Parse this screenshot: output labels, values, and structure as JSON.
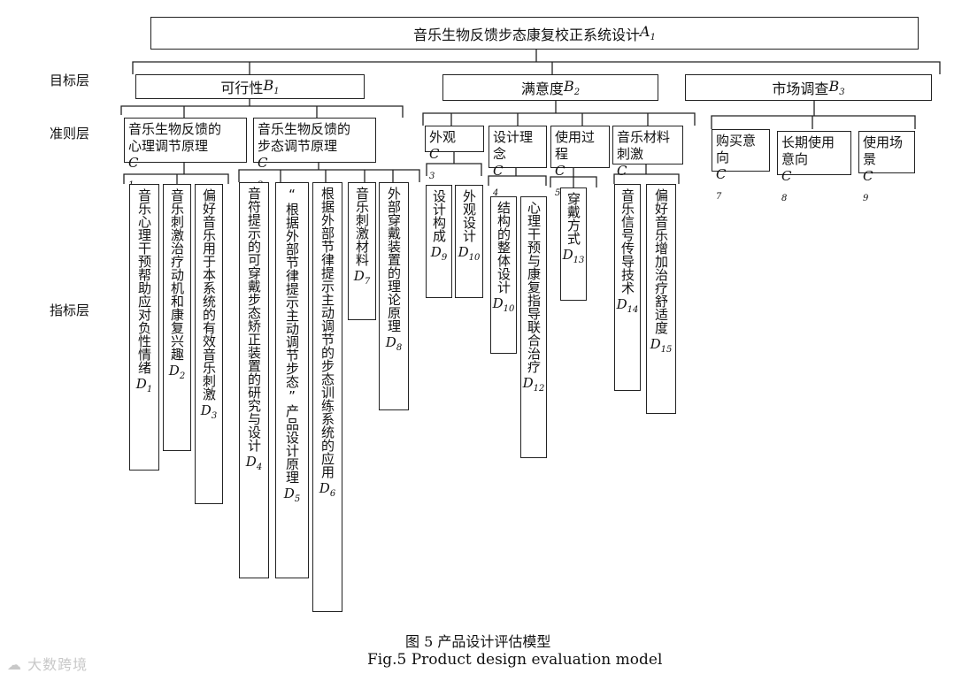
{
  "root": {
    "text": "音乐生物反馈步态康复校正系统设计",
    "sym": "A",
    "sub": "1"
  },
  "levels": {
    "goal": "目标层",
    "criteria": "准则层",
    "index": "指标层"
  },
  "B": [
    {
      "text": "可行性",
      "sym": "B",
      "sub": "1"
    },
    {
      "text": "满意度",
      "sym": "B",
      "sub": "2"
    },
    {
      "text": "市场调查",
      "sym": "B",
      "sub": "3"
    }
  ],
  "C": [
    {
      "line1": "音乐生物反馈的",
      "line2": "心理调节原理",
      "sym": "C",
      "sub": "1"
    },
    {
      "line1": "音乐生物反馈的",
      "line2": "步态调节原理",
      "sym": "C",
      "sub": "2"
    },
    {
      "line1": "外观",
      "line2": "",
      "sym": "C",
      "sub": "3"
    },
    {
      "line1": "设计理",
      "line2": "念",
      "sym": "C",
      "sub": "4"
    },
    {
      "line1": "使用过",
      "line2": "程",
      "sym": "C",
      "sub": "5"
    },
    {
      "line1": "音乐材料",
      "line2": "刺激",
      "sym": "C",
      "sub": "6"
    },
    {
      "line1": "购买意",
      "line2": "向",
      "sym": "C",
      "sub": "7"
    },
    {
      "line1": "长期使用",
      "line2": "意向",
      "sym": "C",
      "sub": "8"
    },
    {
      "line1": "使用场",
      "line2": "景",
      "sym": "C",
      "sub": "9"
    }
  ],
  "D": [
    {
      "text": "音乐心理干预帮助应对负性情绪",
      "sym": "D",
      "sub": "1"
    },
    {
      "text": "音乐刺激治疗动机和康复兴趣",
      "sym": "D",
      "sub": "2"
    },
    {
      "text": "偏好音乐用于本系统的有效音乐刺激",
      "sym": "D",
      "sub": "3"
    },
    {
      "text": "音符提示的可穿戴步态矫正装置的研究与设计",
      "sym": "D",
      "sub": "4"
    },
    {
      "text": "“根据外部节律提示主动调节步态”产品设计原理",
      "sym": "D",
      "sub": "5"
    },
    {
      "text": "根据外部节律提示主动调节的步态训练系统的应用",
      "sym": "D",
      "sub": "6"
    },
    {
      "text": "音乐刺激材料",
      "sym": "D",
      "sub": "7"
    },
    {
      "text": "外部穿戴装置的理论原理",
      "sym": "D",
      "sub": "8"
    },
    {
      "text": "设计构成",
      "sym": "D",
      "sub": "9"
    },
    {
      "text": "外观设计",
      "sym": "D",
      "sub": "10"
    },
    {
      "text": "结构的整体设计",
      "sym": "D",
      "sub": "10"
    },
    {
      "text": "心理干预与康复指导联合治疗",
      "sym": "D",
      "sub": "12"
    },
    {
      "text": "穿戴方式",
      "sym": "D",
      "sub": "13"
    },
    {
      "text": "音乐信号传导技术",
      "sym": "D",
      "sub": "14"
    },
    {
      "text": "偏好音乐增加治疗舒适度",
      "sym": "D",
      "sub": "15"
    }
  ],
  "caption": {
    "cn": "图 5    产品设计评估模型",
    "en": "Fig.5 Product design evaluation model"
  },
  "watermark": "大数跨境"
}
